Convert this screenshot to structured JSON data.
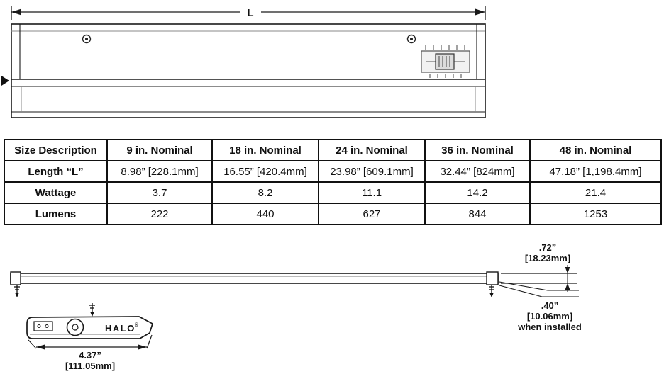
{
  "top_view": {
    "length_label": "L"
  },
  "table": {
    "columns": [
      "Size Description",
      "9 in. Nominal",
      "18 in. Nominal",
      "24 in. Nominal",
      "36 in. Nominal",
      "48 in. Nominal"
    ],
    "rows": [
      {
        "label": "Length “L”",
        "values": [
          "8.98” [228.1mm]",
          "16.55” [420.4mm]",
          "23.98” [609.1mm]",
          "32.44” [824mm]",
          "47.18” [1,198.4mm]"
        ]
      },
      {
        "label": "Wattage",
        "values": [
          "3.7",
          "8.2",
          "11.1",
          "14.2",
          "21.4"
        ]
      },
      {
        "label": "Lumens",
        "values": [
          "222",
          "440",
          "627",
          "844",
          "1253"
        ]
      }
    ]
  },
  "side_view": {
    "height_dim": ".72”",
    "height_dim_mm": "[18.23mm]",
    "depth_dim": ".40”",
    "depth_dim_mm": "[10.06mm]",
    "depth_note": "when installed"
  },
  "profile_view": {
    "brand": "HALO",
    "brand_reg": "®",
    "length_dim": "4.37”",
    "length_dim_mm": "[111.05mm]"
  }
}
